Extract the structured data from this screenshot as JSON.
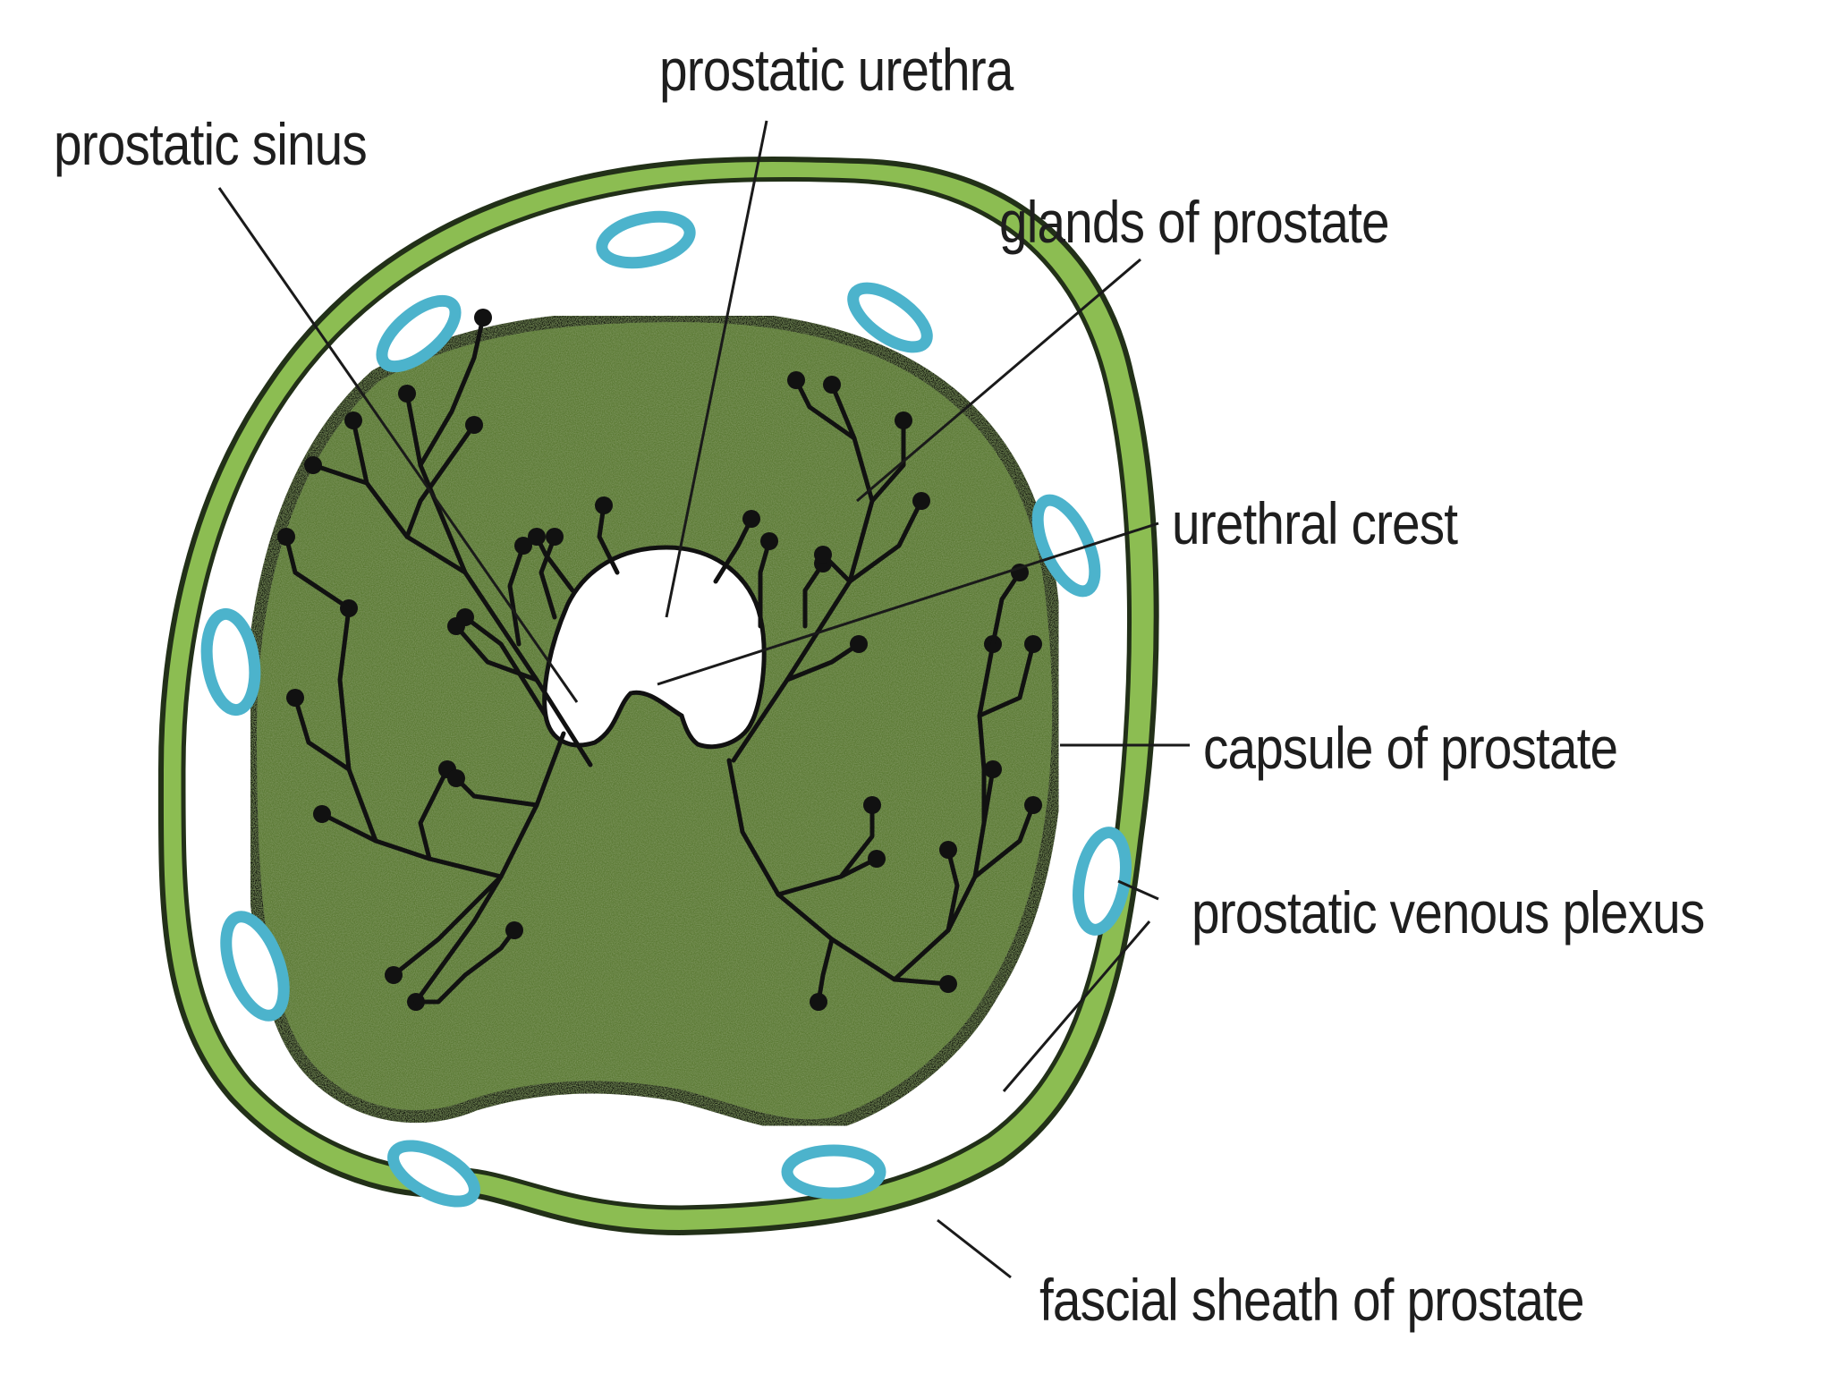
{
  "labels": {
    "prostatic_urethra": "prostatic urethra",
    "prostatic_sinus": "prostatic sinus",
    "glands_of_prostate": "glands of prostate",
    "urethral_crest": "urethral crest",
    "capsule_of_prostate": "capsule of prostate",
    "prostatic_venous_plexus": "prostatic venous plexus",
    "fascial_sheath_of_prostate": "fascial sheath of prostate"
  },
  "colors": {
    "background": "#ffffff",
    "prostate_tissue": "#5b7a36",
    "fascial_sheath": "#8cbd52",
    "capsule": "#111111",
    "veins": "#4cb3cc",
    "leader_lines": "#1a1a1a",
    "ducts": "#111111"
  }
}
